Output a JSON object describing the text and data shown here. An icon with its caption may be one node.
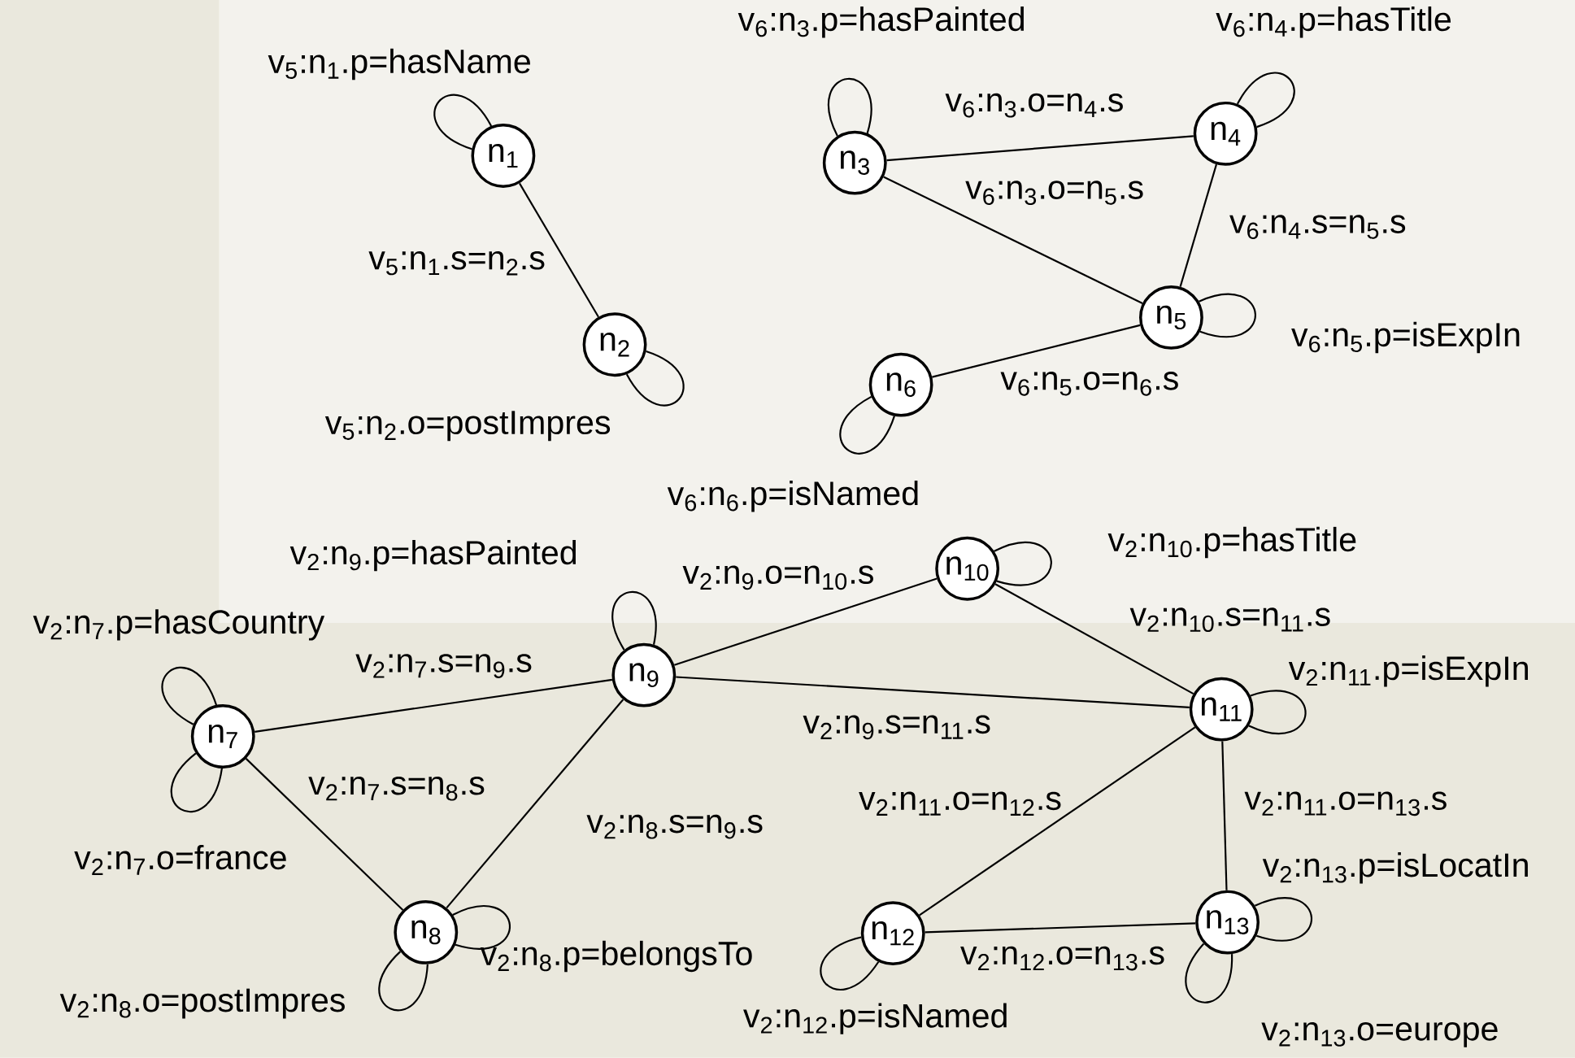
{
  "diagram": {
    "nodes": [
      {
        "text": [
          "n$_{1}$"
        ]
      },
      {
        "text": [
          "n$_{2}$"
        ]
      },
      {
        "text": [
          "n$_{3}$"
        ]
      },
      {
        "text": [
          "n$_{4}$"
        ]
      },
      {
        "text": [
          "n$_{5}$"
        ]
      },
      {
        "text": [
          "n$_{6}$"
        ]
      },
      {
        "text": [
          "n$_{7}$"
        ]
      },
      {
        "text": [
          "n$_{8}$"
        ]
      },
      {
        "text": [
          "n$_{9}$"
        ]
      },
      {
        "text": [
          "n$_{10}$"
        ]
      },
      {
        "text": [
          "n$_{11}$"
        ]
      },
      {
        "text": [
          "n$_{12}$"
        ]
      },
      {
        "text": [
          "n$_{13}$"
        ]
      }
    ],
    "edges": [
      {
        "from": 0,
        "to": 0,
        "arrow": "none",
        "label": "v$_{5}$:n$_{1}$.p=hasName"
      },
      {
        "from": 0,
        "to": 1,
        "arrow": "none",
        "label": "v$_{5}$:n$_{1}$.s=n$_{2}$.s"
      },
      {
        "from": 1,
        "to": 1,
        "arrow": "none",
        "label": "v$_{5}$:n$_{2}$.o=postImpres"
      },
      {
        "from": 2,
        "to": 2,
        "arrow": "none",
        "label": "v$_{6}$:n$_{3}$.p=hasPainted"
      },
      {
        "from": 2,
        "to": 3,
        "arrow": "none",
        "label": "v$_{6}$:n$_{3}$.o=n$_{4}$.s"
      },
      {
        "from": 2,
        "to": 4,
        "arrow": "none",
        "label": "v$_{6}$:n$_{3}$.o=n$_{5}$.s"
      },
      {
        "from": 3,
        "to": 3,
        "arrow": "none",
        "label": "v$_{6}$:n$_{4}$.p=hasTitle"
      },
      {
        "from": 3,
        "to": 4,
        "arrow": "none",
        "label": "v$_{6}$:n$_{4}$.s=n$_{5}$.s"
      },
      {
        "from": 4,
        "to": 4,
        "arrow": "none",
        "label": "v$_{6}$:n$_{5}$.p=isExpIn"
      },
      {
        "from": 4,
        "to": 5,
        "arrow": "none",
        "label": "v$_{6}$:n$_{5}$.o=n$_{6}$.s"
      },
      {
        "from": 5,
        "to": 5,
        "arrow": "none",
        "label": "v$_{6}$:n$_{6}$.p=isNamed"
      },
      {
        "from": 6,
        "to": 6,
        "arrow": "none",
        "label": "v$_{2}$:n$_{7}$.p=hasCountry"
      },
      {
        "from": 6,
        "to": 6,
        "arrow": "none",
        "label": "v$_{2}$:n$_{7}$.o=france"
      },
      {
        "from": 6,
        "to": 8,
        "arrow": "none",
        "label": "v$_{2}$:n$_{7}$.s=n$_{9}$.s"
      },
      {
        "from": 6,
        "to": 7,
        "arrow": "none",
        "label": "v$_{2}$:n$_{7}$.s=n$_{8}$.s"
      },
      {
        "from": 7,
        "to": 7,
        "arrow": "none",
        "label": "v$_{2}$:n$_{8}$.p=belongsTo"
      },
      {
        "from": 7,
        "to": 7,
        "arrow": "none",
        "label": "v$_{2}$:n$_{8}$.o=postImpres"
      },
      {
        "from": 8,
        "to": 8,
        "arrow": "none",
        "label": "v$_{2}$:n$_{9}$.p=hasPainted"
      },
      {
        "from": 8,
        "to": 9,
        "arrow": "none",
        "label": "v$_{2}$:n$_{9}$.o=n$_{10}$.s"
      },
      {
        "from": 8,
        "to": 10,
        "arrow": "none",
        "label": "v$_{2}$:n$_{9}$.s=n$_{11}$.s"
      },
      {
        "from": 7,
        "to": 8,
        "arrow": "none",
        "label": "v$_{2}$:n$_{8}$.s=n$_{9}$.s"
      },
      {
        "from": 9,
        "to": 9,
        "arrow": "none",
        "label": "v$_{2}$:n$_{10}$.p=hasTitle"
      },
      {
        "from": 9,
        "to": 10,
        "arrow": "none",
        "label": "v$_{2}$:n$_{10}$.s=n$_{11}$.s"
      },
      {
        "from": 10,
        "to": 10,
        "arrow": "none",
        "label": "v$_{2}$:n$_{11}$.p=isExpIn"
      },
      {
        "from": 10,
        "to": 11,
        "arrow": "none",
        "label": "v$_{2}$:n$_{11}$.o=n$_{12}$.s"
      },
      {
        "from": 10,
        "to": 12,
        "arrow": "none",
        "label": "v$_{2}$:n$_{11}$.o=n$_{13}$.s"
      },
      {
        "from": 12,
        "to": 12,
        "arrow": "none",
        "label": "v$_{2}$:n$_{13}$.p=isLocatIn"
      },
      {
        "from": 11,
        "to": 12,
        "arrow": "none",
        "label": "v$_{2}$:n$_{12}$.o=n$_{13}$.s"
      },
      {
        "from": 11,
        "to": 11,
        "arrow": "none",
        "label": "v$_{2}$:n$_{12}$.p=isNamed"
      },
      {
        "from": 12,
        "to": 12,
        "arrow": "none",
        "label": "v$_{2}$:n$_{13}$.o=europe"
      }
    ]
  }
}
